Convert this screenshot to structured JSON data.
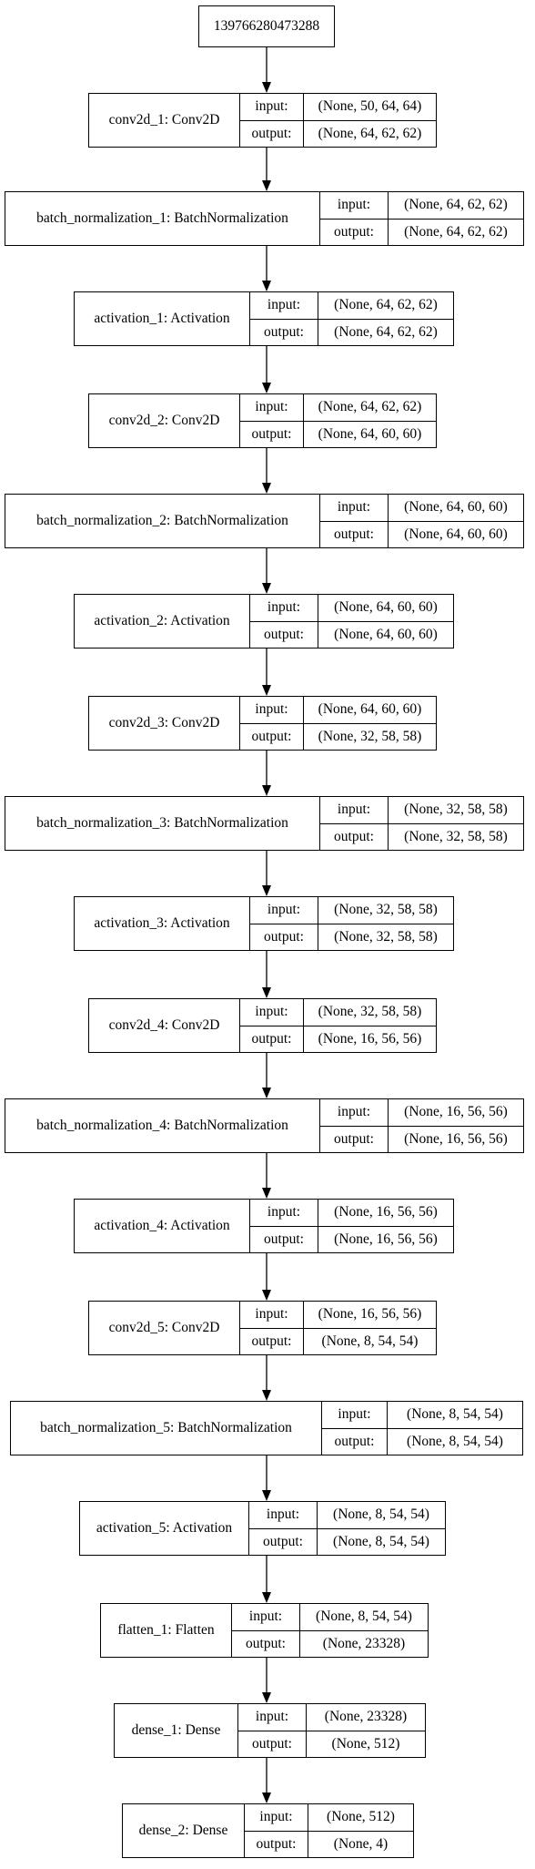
{
  "root": {
    "label": "139766280473288"
  },
  "io_labels": {
    "input": "input:",
    "output": "output:"
  },
  "layers": [
    {
      "name": "conv2d_1: Conv2D",
      "input": "(None, 50, 64, 64)",
      "output": "(None, 64, 62, 62)"
    },
    {
      "name": "batch_normalization_1: BatchNormalization",
      "input": "(None, 64, 62, 62)",
      "output": "(None, 64, 62, 62)"
    },
    {
      "name": "activation_1: Activation",
      "input": "(None, 64, 62, 62)",
      "output": "(None, 64, 62, 62)"
    },
    {
      "name": "conv2d_2: Conv2D",
      "input": "(None, 64, 62, 62)",
      "output": "(None, 64, 60, 60)"
    },
    {
      "name": "batch_normalization_2: BatchNormalization",
      "input": "(None, 64, 60, 60)",
      "output": "(None, 64, 60, 60)"
    },
    {
      "name": "activation_2: Activation",
      "input": "(None, 64, 60, 60)",
      "output": "(None, 64, 60, 60)"
    },
    {
      "name": "conv2d_3: Conv2D",
      "input": "(None, 64, 60, 60)",
      "output": "(None, 32, 58, 58)"
    },
    {
      "name": "batch_normalization_3: BatchNormalization",
      "input": "(None, 32, 58, 58)",
      "output": "(None, 32, 58, 58)"
    },
    {
      "name": "activation_3: Activation",
      "input": "(None, 32, 58, 58)",
      "output": "(None, 32, 58, 58)"
    },
    {
      "name": "conv2d_4: Conv2D",
      "input": "(None, 32, 58, 58)",
      "output": "(None, 16, 56, 56)"
    },
    {
      "name": "batch_normalization_4: BatchNormalization",
      "input": "(None, 16, 56, 56)",
      "output": "(None, 16, 56, 56)"
    },
    {
      "name": "activation_4: Activation",
      "input": "(None, 16, 56, 56)",
      "output": "(None, 16, 56, 56)"
    },
    {
      "name": "conv2d_5: Conv2D",
      "input": "(None, 16, 56, 56)",
      "output": "(None, 8, 54, 54)"
    },
    {
      "name": "batch_normalization_5: BatchNormalization",
      "input": "(None, 8, 54, 54)",
      "output": "(None, 8, 54, 54)"
    },
    {
      "name": "activation_5: Activation",
      "input": "(None, 8, 54, 54)",
      "output": "(None, 8, 54, 54)"
    },
    {
      "name": "flatten_1: Flatten",
      "input": "(None, 8, 54, 54)",
      "output": "(None, 23328)"
    },
    {
      "name": "dense_1: Dense",
      "input": "(None, 23328)",
      "output": "(None, 512)"
    },
    {
      "name": "dense_2: Dense",
      "input": "(None, 512)",
      "output": "(None, 4)"
    }
  ]
}
